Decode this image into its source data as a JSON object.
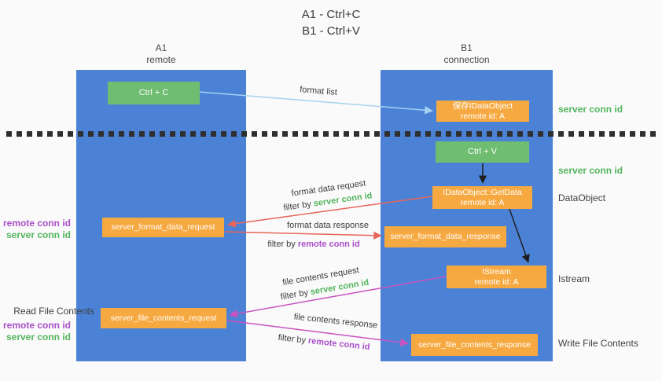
{
  "title": {
    "line1": "A1 - Ctrl+C",
    "line2": "B1 - Ctrl+V"
  },
  "columns": {
    "a1": {
      "title": "A1",
      "subtitle": "remote"
    },
    "b1": {
      "title": "B1",
      "subtitle": "connection"
    }
  },
  "nodes": {
    "ctrl_c": {
      "label": "Ctrl + C"
    },
    "ctrl_v": {
      "label": "Ctrl + V"
    },
    "save_idataobject": {
      "line1": "保存IDataObject",
      "line2": "remote id: A"
    },
    "getdata": {
      "line1": "IDataObject::GetData",
      "line2": "remote id: A"
    },
    "istream": {
      "line1": "IStream",
      "line2": "remote id: A"
    },
    "format_request": {
      "label": "server_format_data_request"
    },
    "format_response": {
      "label": "server_format_data_response"
    },
    "file_request": {
      "label": "server_file_contents_request"
    },
    "file_response": {
      "label": "server_file_contents_response"
    }
  },
  "arrows": {
    "format_list": {
      "label": "format list"
    },
    "format_data_request": {
      "label": "format data request",
      "filter_prefix": "filter by ",
      "filter_key": "server conn id"
    },
    "format_data_response": {
      "label": "format data response",
      "filter_prefix": "filter by ",
      "filter_key": "remote conn id"
    },
    "file_contents_request": {
      "label": "file contents request",
      "filter_prefix": "filter by ",
      "filter_key": "server conn id"
    },
    "file_contents_response": {
      "label": "file contents response",
      "filter_prefix": "filter by ",
      "filter_key": "remote conn id"
    }
  },
  "side_labels": {
    "right_server_conn_1": "server conn id",
    "right_server_conn_2": "server conn id",
    "dataobject": "DataObject",
    "istream": "Istream",
    "write_file_contents": "Write File Contents",
    "read_file_contents": "Read File Contents",
    "left_remote_conn_1": "remote conn id",
    "left_server_conn_1": "server conn id",
    "left_remote_conn_2": "remote conn id",
    "left_server_conn_2": "server conn id"
  },
  "colors": {
    "background": "#fafafa",
    "column_blue": "#4c82d6",
    "box_green": "#6ebd70",
    "box_orange": "#f7a941",
    "green_keyword": "#53b55c",
    "purple_keyword": "#a84fc8",
    "arrow_red": "#e8655a",
    "arrow_magenta": "#c853c0",
    "arrow_lightblue": "#a5d2f0",
    "arrow_black": "#1f1f1f",
    "dotted_divider": "#2f2f2f"
  }
}
